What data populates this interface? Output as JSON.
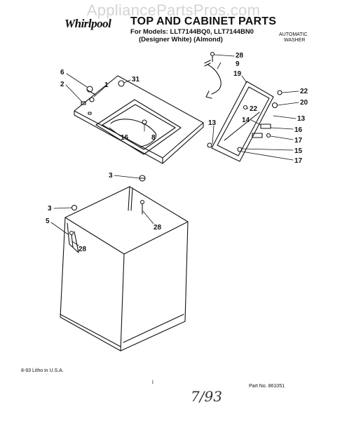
{
  "watermark": "AppliancePartsPros.com",
  "header": {
    "brand": "Whirlpool",
    "title": "TOP AND CABINET PARTS",
    "models_line": "For Models: LLT7144BQ0, LLT7144BN0",
    "variants_line": "(Designer White)   (Almond)",
    "badge_line1": "AUTOMATIC",
    "badge_line2": "WASHER"
  },
  "callouts": {
    "c28a": "28",
    "c9": "9",
    "c19": "19",
    "c22a": "22",
    "c20": "20",
    "c22b": "22",
    "c13a": "13",
    "c14": "14",
    "c13b": "13",
    "c16a": "16",
    "c17a": "17",
    "c15": "15",
    "c17b": "17",
    "c6": "6",
    "c31": "31",
    "c2": "2",
    "c1": "1",
    "c16b": "16",
    "c8": "8",
    "c3a": "3",
    "c3b": "3",
    "c5": "5",
    "c28b": "28",
    "c28c": "28"
  },
  "footer": {
    "print_note": "8-93 Litho in U.S.A.",
    "page_num": "i",
    "part_no": "Part No. 861051",
    "handwritten_date": "7/93"
  }
}
